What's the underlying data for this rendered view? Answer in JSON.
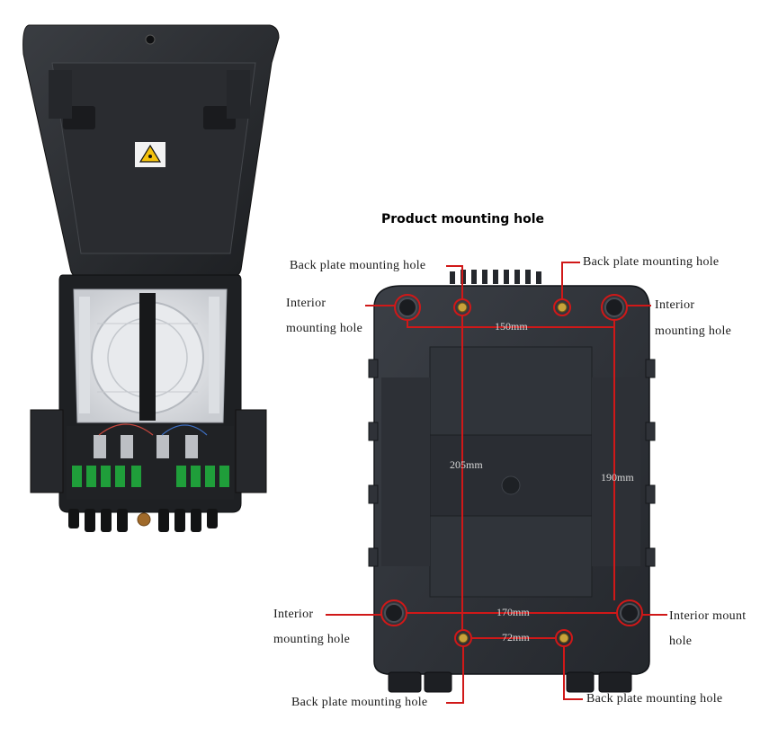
{
  "title": "Product mounting hole",
  "labels": {
    "back_plate_top_left": "Back plate mounting hole",
    "back_plate_top_right": "Back plate mounting hole",
    "interior_top_left_line1": "Interior",
    "interior_top_left_line2": "mounting hole",
    "interior_top_right_line1": "Interior",
    "interior_top_right_line2": "mounting hole",
    "interior_bottom_left_line1": "Interior",
    "interior_bottom_left_line2": "mounting hole",
    "interior_bottom_right_line1": "Interior mount",
    "interior_bottom_right_line2": "hole",
    "back_plate_bottom_left": "Back plate mounting hole",
    "back_plate_bottom_right": "Back plate mounting hole"
  },
  "dimensions": {
    "top_width": "150mm",
    "height_left": "205mm",
    "height_right": "190mm",
    "bottom_width": "170mm",
    "bottom_back_width": "72mm"
  },
  "colors": {
    "callout": "#d01818",
    "enclosure": "#2b2e33",
    "tray": "#e9ebee",
    "adapter": "#1f9e3a"
  }
}
